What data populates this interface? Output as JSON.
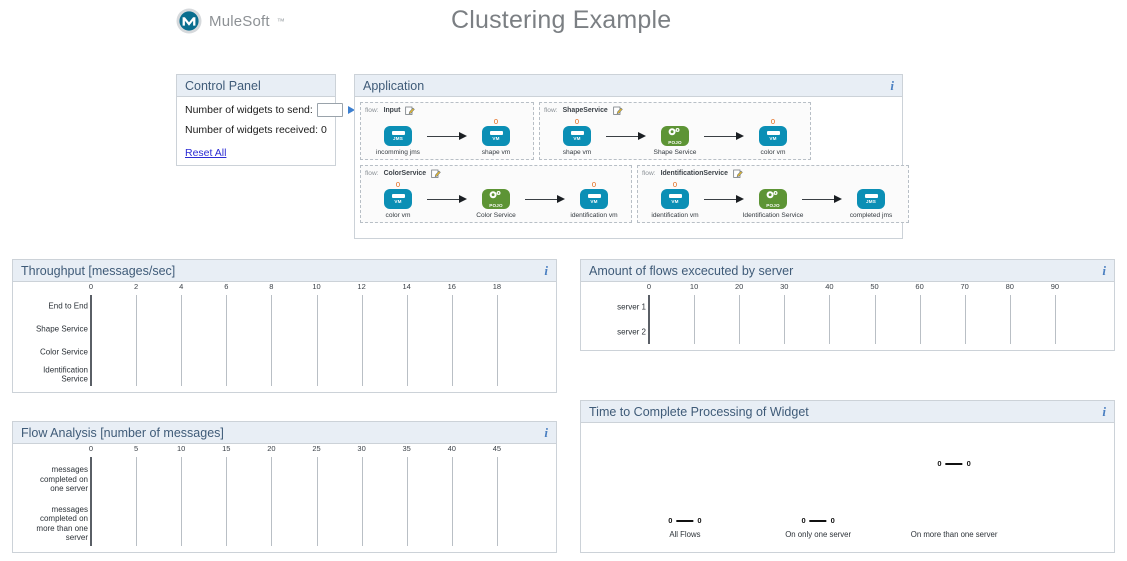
{
  "header": {
    "brand": "MuleSoft",
    "brand_tm": "™",
    "logo_icon": "mulesoft-logo-icon",
    "title": "Clustering Example"
  },
  "control_panel": {
    "title": "Control Panel",
    "send_label": "Number of widgets to send:",
    "send_value": "",
    "send_placeholder": "",
    "send_button_icon": "play-arrow-icon",
    "received_label": "Number of widgets received: 0",
    "reset_label": "Reset All"
  },
  "application": {
    "title": "Application",
    "info_icon": "info-icon",
    "flow_key": "flow:",
    "edit_icon": "edit-pencil-icon",
    "flows": [
      {
        "name": "Input",
        "nodes": [
          {
            "label": "incomming jms",
            "type": "jms",
            "tag": "JMS",
            "badge": ""
          },
          {
            "label": "shape vm",
            "type": "vm",
            "tag": "VM",
            "badge": "0"
          }
        ]
      },
      {
        "name": "ShapeService",
        "nodes": [
          {
            "label": "shape vm",
            "type": "vm",
            "tag": "VM",
            "badge": "0"
          },
          {
            "label": "Shape Service",
            "type": "pojo",
            "tag": "POJO",
            "badge": ""
          },
          {
            "label": "color vm",
            "type": "vm",
            "tag": "VM",
            "badge": "0"
          }
        ]
      },
      {
        "name": "ColorService",
        "nodes": [
          {
            "label": "color vm",
            "type": "vm",
            "tag": "VM",
            "badge": "0"
          },
          {
            "label": "Color Service",
            "type": "pojo",
            "tag": "POJO",
            "badge": ""
          },
          {
            "label": "identification vm",
            "type": "vm",
            "tag": "VM",
            "badge": "0"
          }
        ]
      },
      {
        "name": "IdentificationService",
        "nodes": [
          {
            "label": "identification vm",
            "type": "vm",
            "tag": "VM",
            "badge": "0"
          },
          {
            "label": "Identification Service",
            "type": "pojo",
            "tag": "POJO",
            "badge": ""
          },
          {
            "label": "completed jms",
            "type": "jms",
            "tag": "JMS",
            "badge": ""
          }
        ]
      }
    ]
  },
  "chart_data": [
    {
      "id": "throughput",
      "type": "bar",
      "orientation": "horizontal",
      "title": "Throughput [messages/sec]",
      "info_icon": "info-icon",
      "categories": [
        "End to End",
        "Shape Service",
        "Color Service",
        "Identification\nService"
      ],
      "values": [
        0,
        0,
        0,
        0
      ],
      "ticks": [
        0,
        2,
        4,
        6,
        8,
        10,
        12,
        14,
        16,
        18
      ],
      "xlim": [
        0,
        18
      ],
      "xlabel": "",
      "ylabel": "",
      "grid": true
    },
    {
      "id": "servers",
      "type": "bar",
      "orientation": "horizontal",
      "title": "Amount of flows excecuted by server",
      "info_icon": "info-icon",
      "categories": [
        "server 1",
        "server 2"
      ],
      "values": [
        0,
        0
      ],
      "ticks": [
        0,
        10,
        20,
        30,
        40,
        50,
        60,
        70,
        80,
        90
      ],
      "xlim": [
        0,
        90
      ],
      "xlabel": "",
      "ylabel": "",
      "grid": true
    },
    {
      "id": "flowanalysis",
      "type": "bar",
      "orientation": "horizontal",
      "title": "Flow Analysis [number of messages]",
      "info_icon": "info-icon",
      "categories": [
        "messages\ncompleted on\none server",
        "messages\ncompleted on\nmore than one\nserver"
      ],
      "values": [
        0,
        0
      ],
      "ticks": [
        0,
        5,
        10,
        15,
        20,
        25,
        30,
        35,
        40,
        45
      ],
      "xlim": [
        0,
        45
      ],
      "xlabel": "",
      "ylabel": "",
      "grid": true
    },
    {
      "id": "ttc",
      "type": "range",
      "title": "Time to Complete Processing of Widget",
      "info_icon": "info-icon",
      "categories": [
        "All Flows",
        "On only one server",
        "On more than one server"
      ],
      "series": [
        {
          "name": "All Flows",
          "min": 0,
          "max": 0,
          "min_label": "0",
          "max_label": "0"
        },
        {
          "name": "On only one server",
          "min": 0,
          "max": 0,
          "min_label": "0",
          "max_label": "0"
        },
        {
          "name": "On more than one server",
          "min": 0,
          "max": 0,
          "min_label": "0",
          "max_label": "0"
        }
      ],
      "xlabel": "",
      "ylabel": "",
      "grid": false
    }
  ]
}
